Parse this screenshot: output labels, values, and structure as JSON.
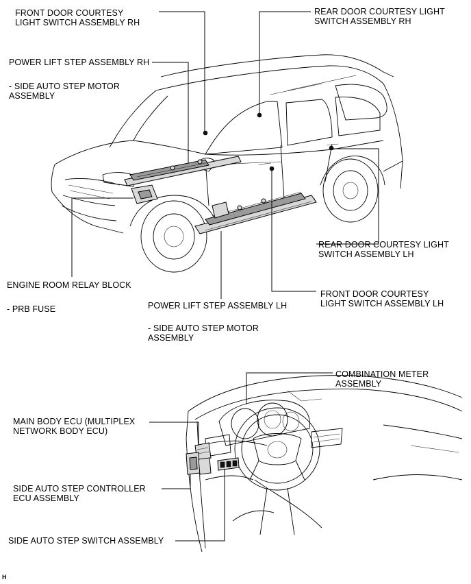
{
  "labels": {
    "front_door_rh": "FRONT DOOR COURTESY\nLIGHT SWITCH ASSEMBLY RH",
    "rear_door_rh": "REAR DOOR COURTESY LIGHT\nSWITCH ASSEMBLY RH",
    "power_step_rh": "POWER LIFT STEP ASSEMBLY RH",
    "motor_rh": "- SIDE AUTO STEP MOTOR\nASSEMBLY",
    "rear_door_lh": "REAR DOOR COURTESY LIGHT\nSWITCH ASSEMBLY LH",
    "engine_relay": "ENGINE ROOM RELAY BLOCK",
    "front_door_lh": "FRONT DOOR COURTESY\nLIGHT SWITCH ASSEMBLY LH",
    "power_step_lh": "POWER LIFT STEP ASSEMBLY LH",
    "prb_fuse": "- PRB FUSE",
    "motor_lh": "- SIDE AUTO STEP MOTOR\nASSEMBLY",
    "combo_meter": "COMBINATION METER\nASSEMBLY",
    "main_body_ecu": "MAIN BODY ECU (MULTIPLEX\nNETWORK BODY ECU)",
    "step_controller": "SIDE AUTO STEP CONTROLLER\nECU ASSEMBLY",
    "step_switch": "SIDE AUTO STEP SWITCH ASSEMBLY"
  },
  "footer": "H"
}
